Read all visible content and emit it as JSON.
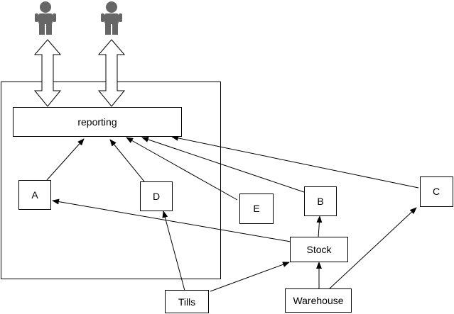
{
  "diagram": {
    "colors": {
      "stroke": "#000000",
      "fill": "#ffffff",
      "person": "#666666"
    },
    "actors": [
      {
        "id": "user-1",
        "icon": "person-icon"
      },
      {
        "id": "user-2",
        "icon": "person-icon"
      }
    ],
    "nodes": {
      "reporting": "reporting",
      "a": "A",
      "d": "D",
      "e": "E",
      "b": "B",
      "c": "C",
      "stock": "Stock",
      "tills": "Tills",
      "warehouse": "Warehouse"
    },
    "edges": [
      {
        "from": "A",
        "to": "reporting"
      },
      {
        "from": "D",
        "to": "reporting"
      },
      {
        "from": "E",
        "to": "reporting"
      },
      {
        "from": "B",
        "to": "reporting"
      },
      {
        "from": "C",
        "to": "reporting"
      },
      {
        "from": "Stock",
        "to": "A"
      },
      {
        "from": "Stock",
        "to": "B"
      },
      {
        "from": "Tills",
        "to": "D"
      },
      {
        "from": "Tills",
        "to": "Stock"
      },
      {
        "from": "Warehouse",
        "to": "Stock"
      },
      {
        "from": "Warehouse",
        "to": "C"
      }
    ],
    "bidirectional_links": [
      {
        "between": [
          "user-1",
          "reporting"
        ]
      },
      {
        "between": [
          "user-2",
          "reporting"
        ]
      }
    ]
  }
}
